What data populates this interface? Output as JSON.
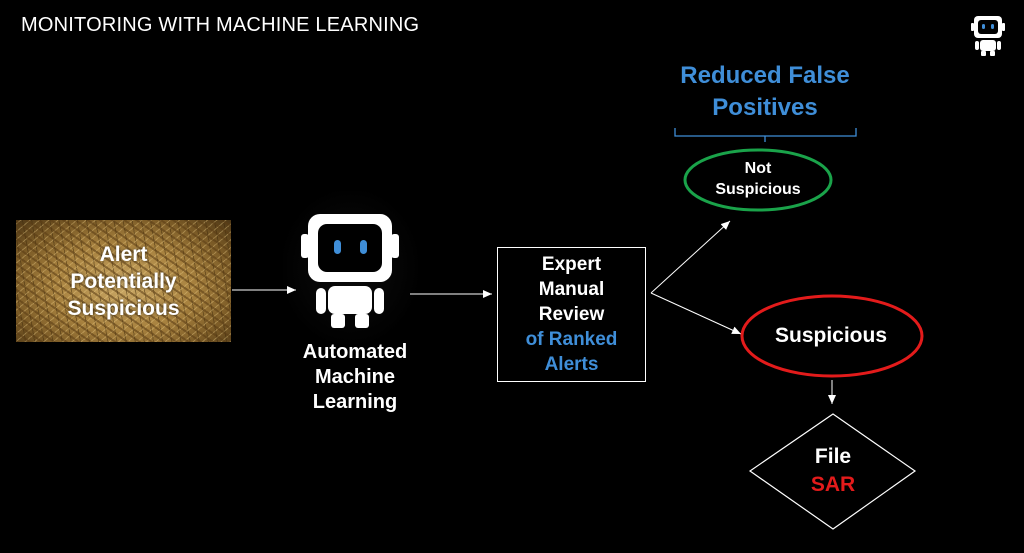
{
  "header": {
    "title": "MONITORING WITH MACHINE LEARNING"
  },
  "nodes": {
    "alert": {
      "lines": [
        "Alert",
        "Potentially",
        "Suspicious"
      ]
    },
    "automated": {
      "lines": [
        "Automated",
        "Machine",
        "Learning"
      ]
    },
    "review": {
      "line1": "Expert",
      "line2": "Manual",
      "line3": "Review",
      "line4": "of Ranked",
      "line5": "Alerts"
    },
    "reduced_false_positives": {
      "line1": "Reduced False",
      "line2": "Positives"
    },
    "not_suspicious": {
      "line1": "Not",
      "line2": "Suspicious"
    },
    "suspicious": {
      "label": "Suspicious"
    },
    "file_sar": {
      "line1": "File",
      "line2": "SAR"
    }
  },
  "colors": {
    "background": "#000000",
    "accent_blue": "#3f8ed8",
    "accent_red": "#e31b1b",
    "ellipse_green": "#1aa34a",
    "ellipse_red": "#e31b1b"
  },
  "icons": {
    "robot": "robot-icon",
    "logo": "robot-logo-icon"
  }
}
